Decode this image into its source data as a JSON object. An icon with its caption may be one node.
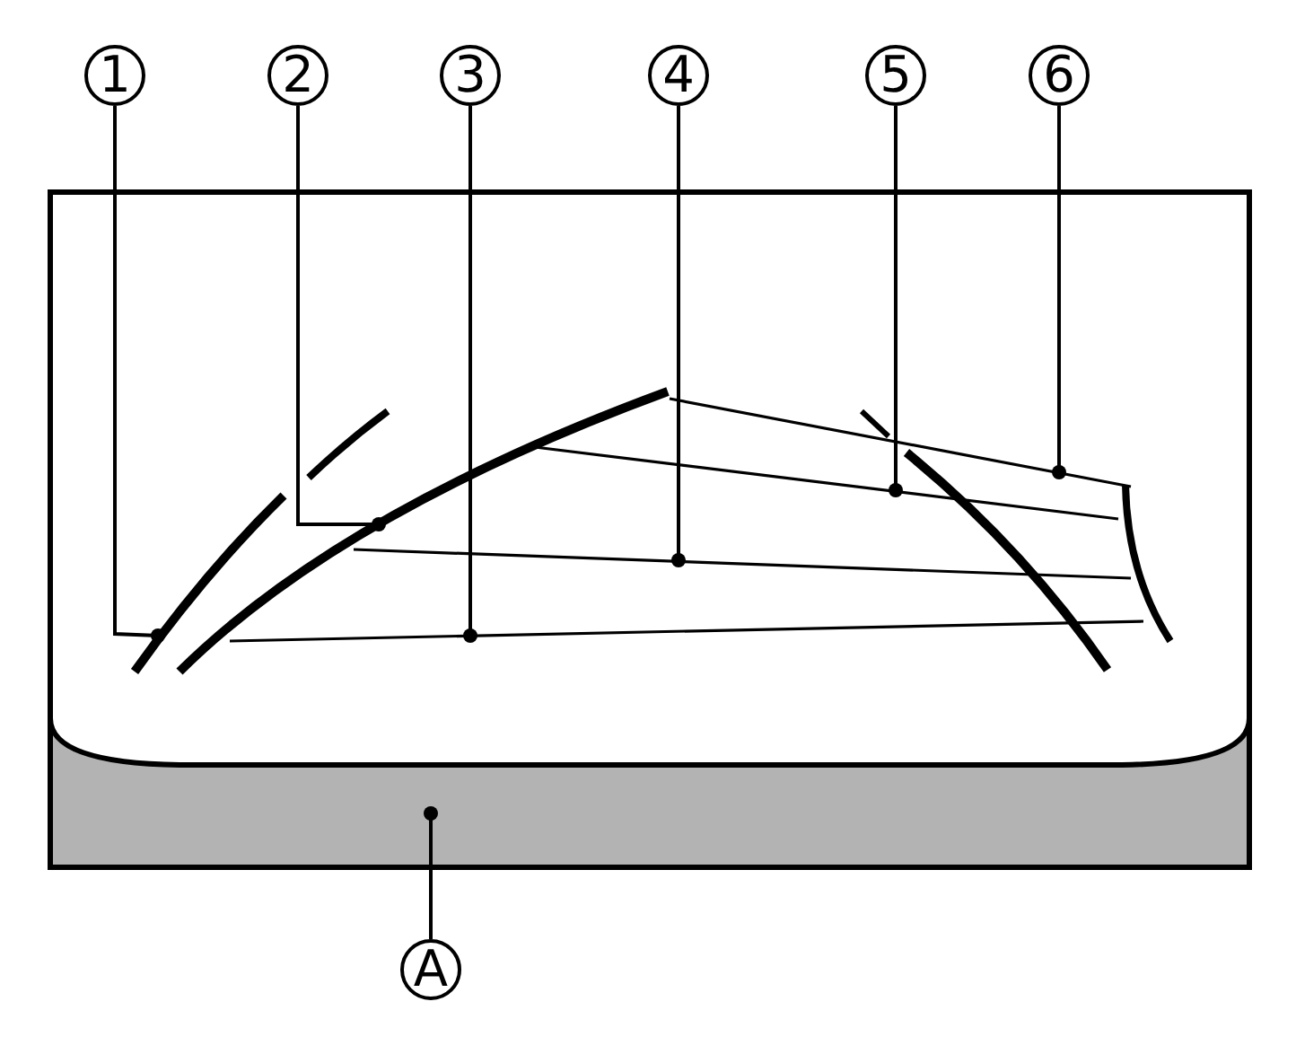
{
  "diagram": {
    "nodes": [
      {
        "text": [
          "1"
        ]
      },
      {
        "text": [
          "2"
        ]
      },
      {
        "text": [
          "3"
        ]
      },
      {
        "text": [
          "4"
        ]
      },
      {
        "text": [
          "5"
        ]
      },
      {
        "text": [
          "6"
        ]
      },
      {
        "text": [
          "A"
        ]
      }
    ],
    "edges": [
      {
        "from": 0,
        "to": null,
        "arrow": "other"
      },
      {
        "from": 1,
        "to": null,
        "arrow": "other"
      },
      {
        "from": 2,
        "to": null,
        "arrow": "other"
      },
      {
        "from": 3,
        "to": null,
        "arrow": "other"
      },
      {
        "from": 4,
        "to": null,
        "arrow": "other"
      },
      {
        "from": 5,
        "to": null,
        "arrow": "other"
      },
      {
        "from": 6,
        "to": null,
        "arrow": "other"
      }
    ]
  }
}
